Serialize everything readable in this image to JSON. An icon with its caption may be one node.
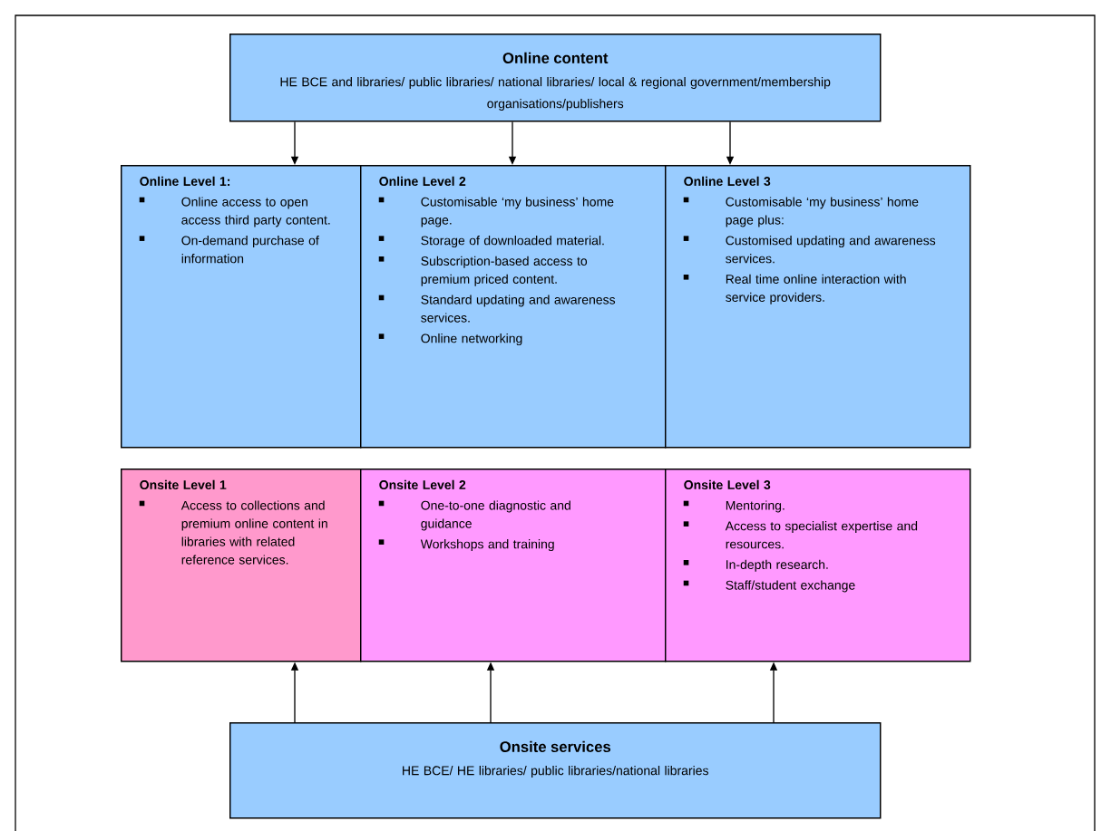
{
  "diagram": {
    "nodes": [
      {
        "text": [
          "Online content",
          "HE BCE and libraries/ public libraries/ national libraries/ local & regional government/membership organisations/publishers"
        ]
      },
      {
        "text": [
          "Online Level 1:",
          "Online access to open access third party content.",
          "On-demand purchase of information"
        ]
      },
      {
        "text": [
          "Online Level 2",
          "Customisable ‘my business’ home page.",
          "Storage of downloaded material.",
          "Subscription-based access to premium priced content.",
          "Standard updating and awareness services.",
          "Online networking"
        ]
      },
      {
        "text": [
          "Online Level 3",
          "Customisable ‘my business’ home page plus:",
          "Customised updating and awareness services.",
          "Real time online interaction with service providers."
        ]
      },
      {
        "text": [
          "Onsite Level 1",
          "Access to collections and premium online content in libraries with related reference services."
        ]
      },
      {
        "text": [
          "Onsite Level 2",
          "One-to-one diagnostic and guidance",
          "Workshops and training"
        ]
      },
      {
        "text": [
          "Onsite Level 3",
          "Mentoring.",
          "Access to specialist expertise and resources.",
          "In-depth research.",
          "Staff/student exchange"
        ]
      },
      {
        "text": [
          "Onsite services",
          "HE BCE/ HE libraries/ public libraries/national libraries"
        ]
      }
    ],
    "edges": [
      {
        "from": 0,
        "to": 1,
        "arrow": "to"
      },
      {
        "from": 0,
        "to": 2,
        "arrow": "to"
      },
      {
        "from": 0,
        "to": 3,
        "arrow": "to"
      },
      {
        "from": 7,
        "to": 4,
        "arrow": "to"
      },
      {
        "from": 7,
        "to": 5,
        "arrow": "to"
      },
      {
        "from": 7,
        "to": 6,
        "arrow": "to"
      }
    ]
  }
}
